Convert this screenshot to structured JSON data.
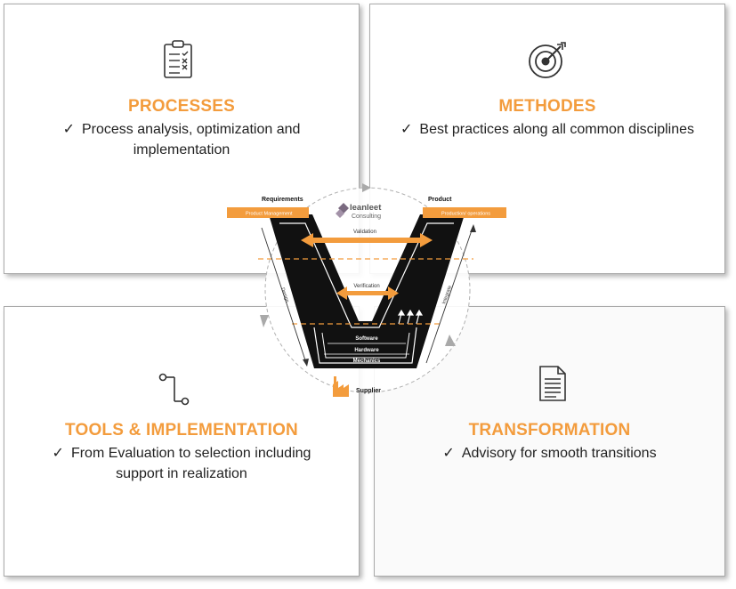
{
  "panels": {
    "processes": {
      "title": "PROCESSES",
      "check": "✓",
      "line1": "Process analysis, optimization and",
      "line2": "implementation"
    },
    "methodes": {
      "title": "METHODES",
      "check": "✓",
      "line1": "Best practices along all common disciplines"
    },
    "tools": {
      "title": "TOOLS & IMPLEMENTATION",
      "check": "✓",
      "line1": "From Evaluation to selection including",
      "line2": "support in realization"
    },
    "transformation": {
      "title": "TRANSFORMATION",
      "check": "✓",
      "line1": "Advisory for smooth transitions"
    }
  },
  "vmodel": {
    "requirements": "Requirements",
    "product": "Product",
    "product_management": "Product Management",
    "production_operations": "Production/ operations",
    "logo_name": "leanleet",
    "logo_sub": "Consulting",
    "validation": "Validation",
    "verification": "Verification",
    "design": "Design",
    "integrate": "Integrate",
    "software": "Software",
    "hardware": "Hardware",
    "mechanics": "Mechanics",
    "supplier": "Supplier"
  },
  "icons": {
    "processes": "clipboard-checklist-icon",
    "methodes": "target-arrow-icon",
    "tools": "workflow-nodes-icon",
    "transformation": "document-icon",
    "supplier": "factory-icon"
  },
  "colors": {
    "accent": "#f39c3d",
    "dark": "#111111",
    "text": "#222222"
  }
}
